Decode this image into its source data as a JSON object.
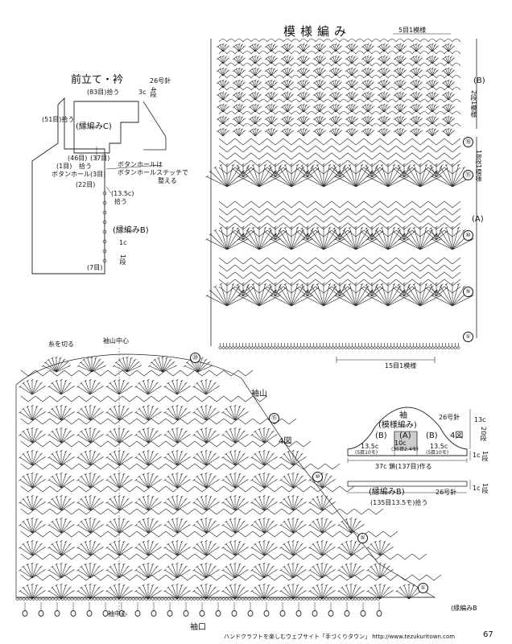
{
  "pattern": {
    "title": "模様編み",
    "top_repeat": "5目1模様",
    "bottom_repeat": "15目1模様",
    "section_b_label": "(B)",
    "section_b_rows": "2段1模様",
    "section_a_label": "(A)",
    "section_a_rows": "18段1模様",
    "row_numbers": [
      "⑱",
      "⑮",
      "⑩",
      "⑤",
      "①"
    ]
  },
  "front_band": {
    "title": "前立て・衿",
    "hook": "26号針",
    "pickup_top": "(83目)拾う",
    "top_right": "3c",
    "top_right_rows": "4段",
    "left_count": "(51目)拾う",
    "edge_c": "(縁編みC)",
    "count_46": "(46目)",
    "count_37": "(37目)",
    "count_1": "(1目)",
    "pickup": "拾う",
    "buttonhole_3": "ボタンホール(3目)",
    "count_22": "(22目)",
    "buttonhole_note": "ボタンホールは",
    "buttonhole_note2": "ボタンホールステッチで",
    "buttonhole_note3": "整える",
    "count_135": "(13.5c)",
    "pickup2": "拾う",
    "edge_b": "(縁編みB)",
    "edge_b_width": "1c",
    "edge_b_rows": "1段",
    "count_7": "(7目)"
  },
  "sleeve": {
    "cut_yarn": "糸を切る",
    "cap_center": "袖山中心",
    "cap": "袖山",
    "figure": "4図",
    "sleeve_center": "袖中心",
    "cuff": "袖口",
    "row_numbers": [
      "⑳",
      "⑮",
      "⑩",
      "⑤",
      "①"
    ],
    "edge_b_ref": "(縁編みB"
  },
  "schematic": {
    "title": "袖",
    "subtitle": "(模様編み)",
    "hook": "26号針",
    "left": "(B)",
    "middle": "(A)",
    "right": "(B)",
    "figure": "4図",
    "height": "13c",
    "height_rows": "20段",
    "edge_height": "1c",
    "edge_rows": "1段",
    "left_dim": "13.5c",
    "left_sub": "(5目10モ)",
    "mid_dim": "10c",
    "mid_sub": "(35目2.4モ)",
    "right_dim": "13.5c",
    "right_sub": "(5目10モ)",
    "width": "37c 鎖(137目)作る",
    "cuff_label": "(縁編みB)",
    "cuff_hook": "26号針",
    "cuff_count": "(135目13.5モ)拾う",
    "cuff_height": "1c",
    "cuff_rows": "1段"
  },
  "footer": {
    "text": "ハンドクラフトを楽しむウェブサイト「手づくりタウン」 http://www.tezukuritown.com",
    "page": "67"
  }
}
